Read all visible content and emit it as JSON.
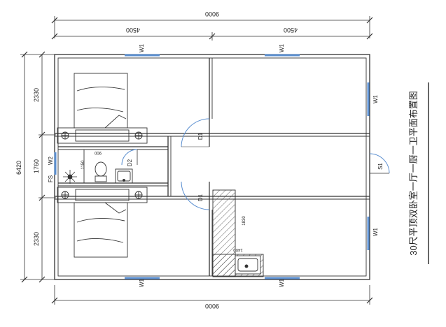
{
  "dimensions": {
    "top_total": "9000",
    "top_left": "4500",
    "top_right": "4500",
    "bottom_total": "9000",
    "left_total": "6420",
    "left_top": "2330",
    "left_mid": "1760",
    "left_bottom": "2330"
  },
  "labels": {
    "w1": "W1",
    "w2": "W2",
    "fs": "FS",
    "d1": "D1",
    "d2": "D2",
    "s1": "S1",
    "dim_900": "900",
    "dim_1150": "1150",
    "dim_1830": "1830",
    "dim_1400": "1400"
  },
  "title": "30尺平顶双卧室一厅一厨一卫平面布置图",
  "colors": {
    "line": "#333333",
    "window": "#5b8fd0",
    "door": "#5b8fd0"
  },
  "icons": {
    "bed": "bed-icon",
    "toilet": "toilet-icon",
    "basin": "wash-basin-icon",
    "sink": "kitchen-sink-icon",
    "shower": "shower-head-icon"
  }
}
